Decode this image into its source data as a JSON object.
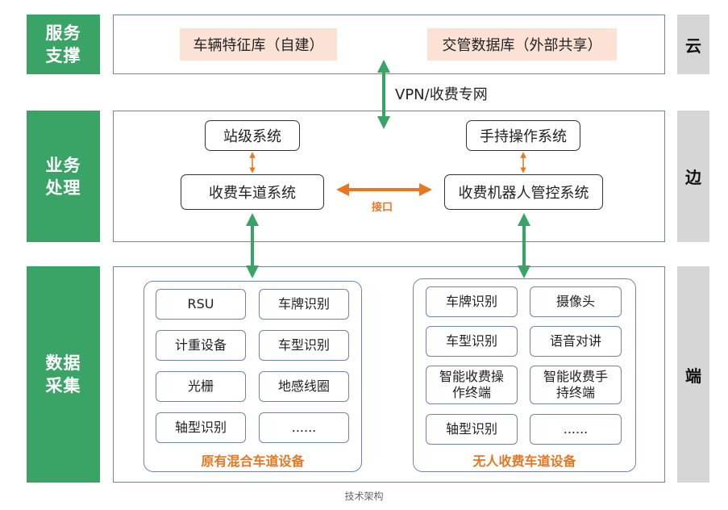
{
  "layers": {
    "service": {
      "label": "服务\n支撑",
      "tier": "云"
    },
    "business": {
      "label": "业务\n处理",
      "tier": "边"
    },
    "data": {
      "label": "数据\n采集",
      "tier": "端"
    }
  },
  "cloud": {
    "db_left": "车辆特征库（自建）",
    "db_right": "交管数据库（外部共享）",
    "network_label": "VPN/收费专网"
  },
  "edge": {
    "station_system": "站级系统",
    "lane_system": "收费车道系统",
    "handheld_system": "手持操作系统",
    "robot_system": "收费机器人管控系统",
    "interface_label": "接口"
  },
  "devices": {
    "left_group": {
      "title": "原有混合车道设备",
      "items": [
        "RSU",
        "车牌识别",
        "计重设备",
        "车型识别",
        "光栅",
        "地感线圈",
        "轴型识别",
        "......"
      ]
    },
    "right_group": {
      "title": "无人收费车道设备",
      "items": [
        "车牌识别",
        "摄像头",
        "车型识别",
        "语音对讲",
        "智能收费操\n作终端",
        "智能收费手\n持终端",
        "轴型识别",
        "......"
      ]
    }
  },
  "caption": "技术架构",
  "colors": {
    "green": "#3aa467",
    "orange": "#e87722",
    "gray": "#d6d6d6",
    "border_blue": "#6f86a8",
    "db_fill": "#fbe2d4"
  }
}
